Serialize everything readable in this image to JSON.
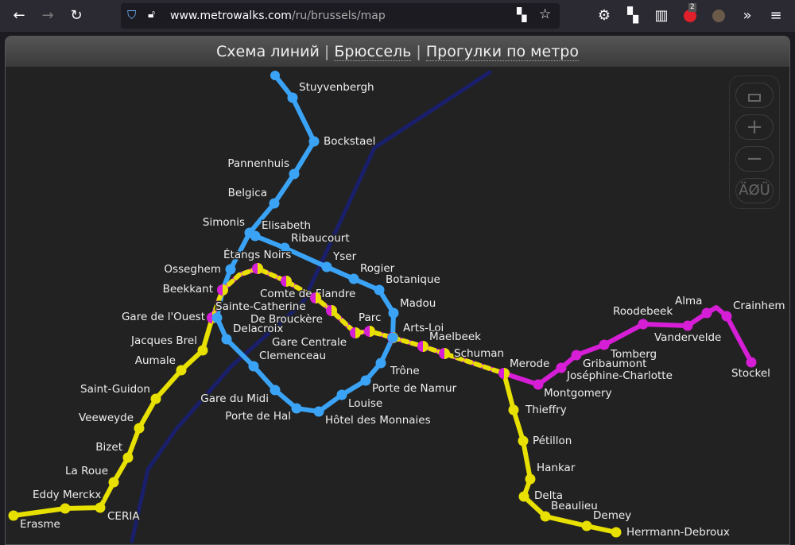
{
  "browser": {
    "url_host": "www.metrowalks.com",
    "url_path": "/ru/brussels/map",
    "badge_count": "2",
    "back": "←",
    "forward": "→",
    "reload": "↻",
    "overflow": "»",
    "menu": "≡"
  },
  "header": {
    "title": "Схема линий",
    "sep": "|",
    "city": "Брюссель",
    "walks": "Прогулки по метро"
  },
  "controls": {
    "fit": "fit-icon",
    "zoom_in": "+",
    "zoom_out": "−",
    "lang": "ÄØÜ"
  },
  "colors": {
    "blue": "#3ba3f5",
    "yellow": "#e7e000",
    "magenta": "#d61ed6",
    "navy": "#1a1f6b"
  },
  "stations": {
    "blue": [
      "Stuyvenbergh",
      "Bockstael",
      "Pannenhuis",
      "Belgica",
      "Simonis",
      "Elisabeth",
      "Ribaucourt",
      "Yser",
      "Rogier",
      "Botanique",
      "Madou",
      "Trône",
      "Porte de Namur",
      "Louise",
      "Hôtel des Monnaies",
      "Porte de Hal",
      "Gare du Midi",
      "Clemenceau",
      "Delacroix",
      "Osseghem"
    ],
    "shared": [
      "Beekkant",
      "Étangs Noirs",
      "Comte de Flandre",
      "Sainte-Catherine",
      "De Brouckère",
      "Gare Centrale",
      "Parc",
      "Arts-Loi",
      "Maelbeek",
      "Schuman",
      "Merode",
      "Gare de l'Ouest"
    ],
    "magenta": [
      "Montgomery",
      "Joséphine-Charlotte",
      "Gribaumont",
      "Tomberg",
      "Roodebeek",
      "Vandervelde",
      "Alma",
      "Crainhem",
      "Stockel"
    ],
    "yellow_east": [
      "Thieffry",
      "Pétillon",
      "Hankar",
      "Delta",
      "Beaulieu",
      "Demey",
      "Herrmann-Debroux"
    ],
    "yellow_west": [
      "Jacques Brel",
      "Aumale",
      "Saint-Guidon",
      "Veeweyde",
      "Bizet",
      "La Roue",
      "CERIA",
      "Eddy Merckx",
      "Erasme"
    ]
  }
}
